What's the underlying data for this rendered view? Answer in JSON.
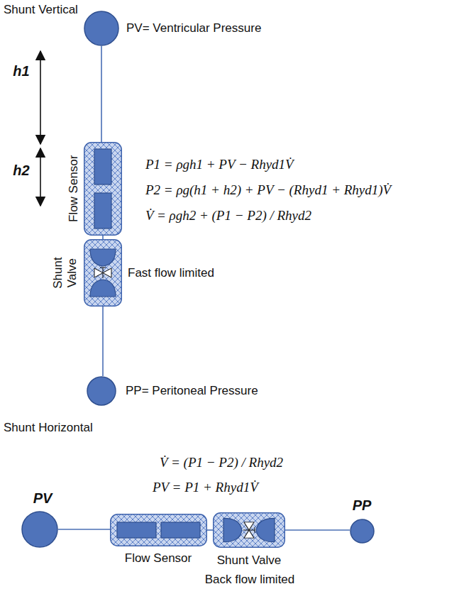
{
  "diagram": {
    "nodes": [
      {
        "text": [
          "PV= Ventricular Pressure"
        ]
      },
      {
        "text": [
          "Flow Sensor"
        ]
      },
      {
        "text": [
          "Shunt Valve"
        ]
      },
      {
        "text": [
          "PP= Peritoneal Pressure"
        ]
      },
      {
        "text": [
          "PV"
        ]
      },
      {
        "text": [
          "Flow Sensor"
        ]
      },
      {
        "text": [
          "Shunt Valve"
        ]
      },
      {
        "text": [
          "PP"
        ]
      }
    ],
    "edges": [
      {
        "from": 0,
        "to": 1,
        "arrow": "none"
      },
      {
        "from": 1,
        "to": 2,
        "arrow": "none"
      },
      {
        "from": 2,
        "to": 3,
        "arrow": "none"
      },
      {
        "from": 4,
        "to": 5,
        "arrow": "none"
      },
      {
        "from": 5,
        "to": 6,
        "arrow": "none"
      },
      {
        "from": 6,
        "to": 7,
        "arrow": "none"
      }
    ],
    "labels": [
      "Shunt Vertical",
      "h1",
      "h2",
      "P1 = ρgh1 + PV − Rhyd1V̇",
      "P2 = ρg(h1 + h2) + PV − (Rhyd1 + Rhyd1)V̇",
      "V̇ = ρgh2 + (P1 − P2) / Rhyd2",
      "Fast flow limited",
      "Shunt Horizontal",
      "V̇ = (P1 − P2) / Rhyd2",
      "PV = P1 + Rhyd1V̇",
      "Back flow limited"
    ]
  }
}
